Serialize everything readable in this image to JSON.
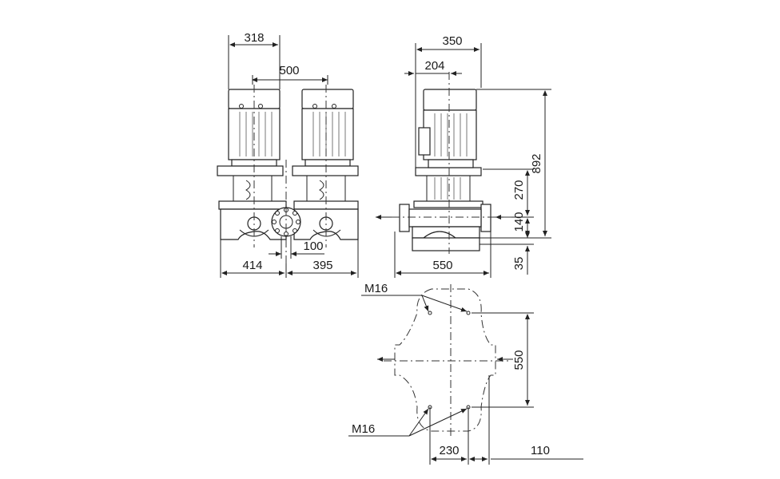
{
  "front_view": {
    "motor_width": "318",
    "motor_spacing": "500",
    "left_offset": "414",
    "right_offset": "395",
    "flange_offset": "100"
  },
  "side_view": {
    "motor_width": "350",
    "motor_offset": "204",
    "total_height": "892",
    "shaft_height": "270",
    "port_height": "140",
    "foot_height": "35",
    "port_to_port": "550"
  },
  "plan_view": {
    "bolt_top": "M16",
    "bolt_bottom": "M16",
    "foot_spacing": "550",
    "foot_width": "230",
    "foot_offset": "110"
  }
}
